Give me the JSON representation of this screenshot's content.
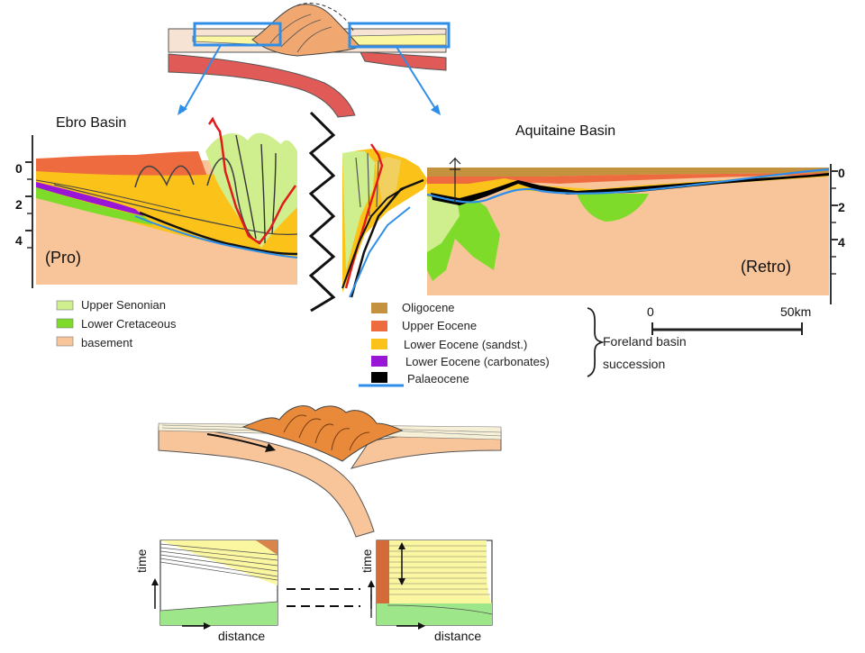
{
  "labels": {
    "ebro_basin": "Ebro Basin",
    "aquitaine_basin": "Aquitaine Basin",
    "pro": "(Pro)",
    "retro": "(Retro)"
  },
  "depth_ticks_left": [
    "0",
    "2",
    "4"
  ],
  "depth_ticks_right": [
    "0",
    "2",
    "4"
  ],
  "scale_bar": {
    "start": "0",
    "end": "50km"
  },
  "legend_left": [
    {
      "label": "Upper Senonian",
      "color": "#cfee8e"
    },
    {
      "label": "Lower Cretaceous",
      "color": "#7edb2a"
    },
    {
      "label": "basement",
      "color": "#f8c59a"
    }
  ],
  "legend_right": [
    {
      "label": "Oligocene",
      "color": "#c4913e"
    },
    {
      "label": "Upper Eocene",
      "color": "#ee6b40"
    },
    {
      "label": "Lower Eocene (sandst.)",
      "color": "#fbc21a"
    },
    {
      "label": "Lower Eocene (carbonates)",
      "color": "#9a16d6"
    },
    {
      "label": "Palaeocene",
      "color": "#000000"
    }
  ],
  "foreland_label": [
    "Foreland basin",
    "succession"
  ],
  "axis_labels": {
    "left_time": "time",
    "left_distance": "distance",
    "right_time": "time",
    "right_distance": "distance"
  },
  "colors": {
    "orogen_orange": "#e98a3a",
    "slab_red": "#e05a58",
    "highlight_blue": "#2f8ee8",
    "fault_red": "#e11b1b",
    "basin_yellow": "#fbc21a",
    "pale_yellow": "#fbf6a0"
  }
}
